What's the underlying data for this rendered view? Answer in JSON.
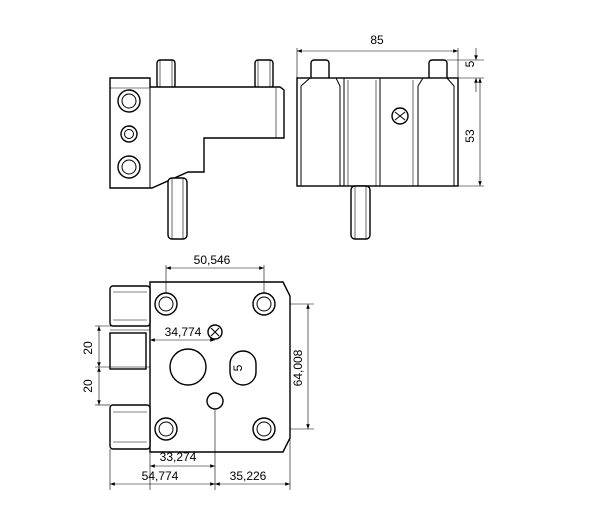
{
  "dimensions": {
    "overall_width": "85",
    "pin_protrusion": "5",
    "height": "53",
    "hole_spacing_x": "50,546",
    "offset_34": "34,774",
    "offset_20_top": "20",
    "offset_20_bottom": "20",
    "height_64": "64,008",
    "slot_label": "5",
    "offset_33": "33,274",
    "base_54": "54,774",
    "base_35": "35,226"
  }
}
